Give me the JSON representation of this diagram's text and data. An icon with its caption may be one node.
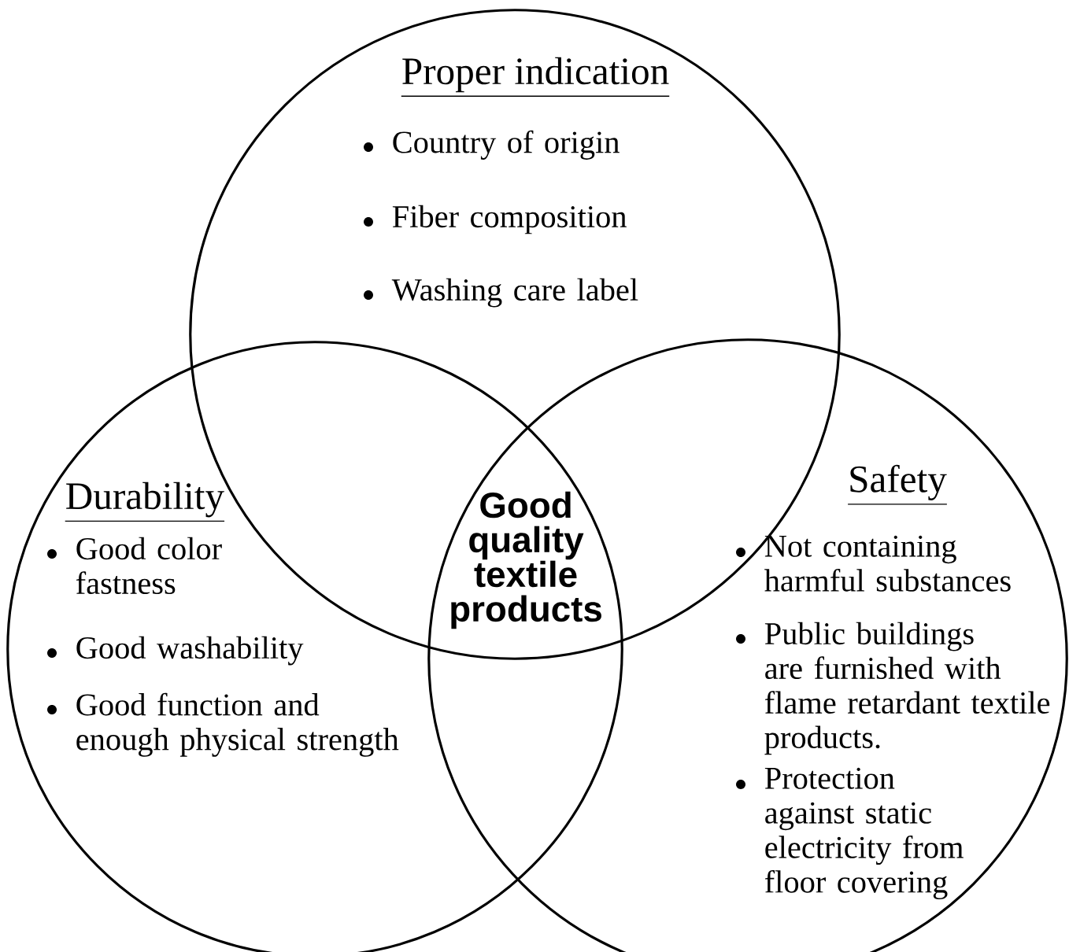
{
  "diagram": {
    "nodes": [
      {
        "text": [
          "Proper indication",
          "Country of origin",
          "Fiber composition",
          "Washing care label"
        ]
      },
      {
        "text": [
          "Durability",
          "Good color fastness",
          "Good washability",
          "Good function and enough physical strength"
        ]
      },
      {
        "text": [
          "Safety",
          "Not containing harmful substances",
          "Public buildings are furnished with flame retardant textile products.",
          "Protection against static electricity from floor covering"
        ]
      }
    ],
    "labels": [
      "Good quality textile products"
    ]
  }
}
